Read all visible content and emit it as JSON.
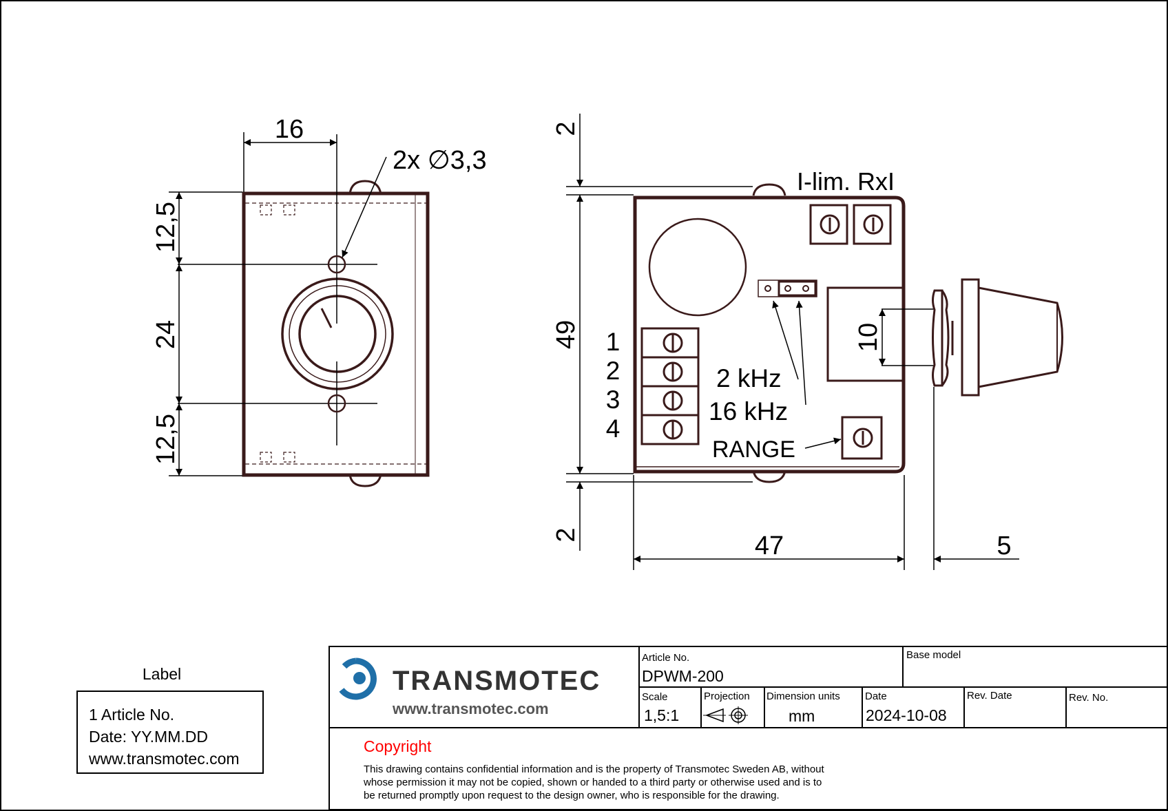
{
  "dimensions": {
    "front_width": "16",
    "hole_callout": "2x ∅3,3",
    "top_band": "12,5",
    "hole_spacing": "24",
    "bottom_band": "12,5",
    "side_top_gap": "2",
    "side_height": "49",
    "side_bottom_gap": "2",
    "side_width": "47",
    "shaft_length": "5",
    "shaft_diameter": "10"
  },
  "annotations": {
    "ilim": "I-lim. RxI",
    "freq_2": "2 kHz",
    "freq_16": "16 kHz",
    "range": "RANGE",
    "terminals": [
      "1",
      "2",
      "3",
      "4"
    ]
  },
  "label_box": {
    "title": "Label",
    "lines": [
      "1 Article No.",
      "Date: YY.MM.DD",
      "www.transmotec.com"
    ]
  },
  "title_block": {
    "company": "TRANSMOTEC",
    "website": "www.transmotec.com",
    "article_no_label": "Article No.",
    "article_no": "DPWM-200",
    "base_model_label": "Base model",
    "scale_label": "Scale",
    "scale": "1,5:1",
    "projection_label": "Projection",
    "dimension_units_label": "Dimension units",
    "dimension_units": "mm",
    "date_label": "Date",
    "date": "2024-10-08",
    "rev_date_label": "Rev. Date",
    "rev_no_label": "Rev. No.",
    "copyright_title": "Copyright",
    "copyright_lines": [
      "This drawing contains confidential information and is the property of Transmotec Sweden AB, without",
      "whose permission it may not be copied, shown or handed to a third party or otherwise used and is to",
      "be returned promptly upon request to the design owner, who is responsible for the drawing."
    ]
  },
  "colors": {
    "outline": "#3a1a1a",
    "copyright": "#ff0000",
    "logo_blue": "#1f6fa8",
    "logo_text": "#333333"
  },
  "icons": [
    "projection-symbol-icon",
    "transmotec-logo-icon"
  ]
}
